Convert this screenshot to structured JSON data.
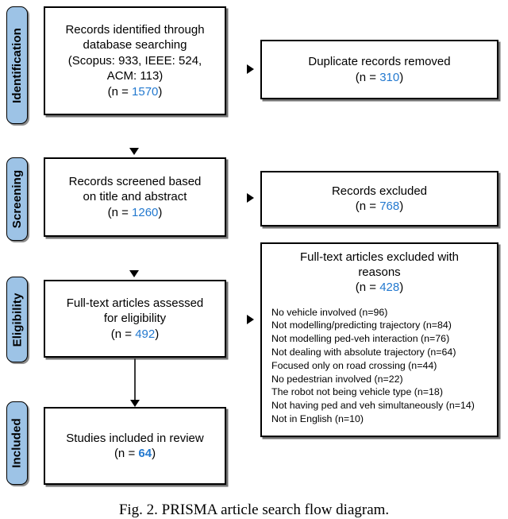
{
  "figure": {
    "caption": "Fig. 2. PRISMA article search flow diagram.",
    "accent_blue": "#2379cf",
    "stage_fill": "#9dc3e6",
    "border_color": "#000000"
  },
  "stages": [
    {
      "id": "identification",
      "label": "Identification"
    },
    {
      "id": "screening",
      "label": "Screening"
    },
    {
      "id": "eligibility",
      "label": "Eligibility"
    },
    {
      "id": "included",
      "label": "Included"
    }
  ],
  "boxes": {
    "identified": {
      "line1": "Records identified through",
      "line2": "database searching",
      "line3": "(Scopus: 933, IEEE: 524,",
      "line4": "ACM: 113)",
      "count_prefix": "(n = ",
      "count": "1570",
      "count_suffix": ")"
    },
    "duplicates_removed": {
      "line1": "Duplicate records removed",
      "count_prefix": "(n = ",
      "count": "310",
      "count_suffix": ")"
    },
    "screened": {
      "line1": "Records screened based",
      "line2": "on title and abstract",
      "count_prefix": "(n = ",
      "count": "1260",
      "count_suffix": ")"
    },
    "records_excluded": {
      "line1": "Records excluded",
      "count_prefix": "(n = ",
      "count": "768",
      "count_suffix": ")"
    },
    "fulltext_assessed": {
      "line1": "Full-text articles assessed",
      "line2": "for eligibility",
      "count_prefix": "(n = ",
      "count": "492",
      "count_suffix": ")"
    },
    "fulltext_excluded": {
      "line1": "Full-text articles excluded with",
      "line2": "reasons",
      "count_prefix": "(n = ",
      "count": "428",
      "count_suffix": ")",
      "reasons": [
        "No vehicle involved (n=96)",
        "Not modelling/predicting trajectory (n=84)",
        "Not modelling ped-veh interaction (n=76)",
        "Not dealing with absolute trajectory (n=64)",
        "Focused only on road crossing (n=44)",
        "No pedestrian involved (n=22)",
        "The robot not being vehicle type (n=18)",
        "Not having ped and veh simultaneously (n=14)",
        "Not in English (n=10)"
      ]
    },
    "included": {
      "line1": "Studies included in review",
      "count_prefix": "(n = ",
      "count": "64",
      "count_suffix": ")"
    }
  }
}
